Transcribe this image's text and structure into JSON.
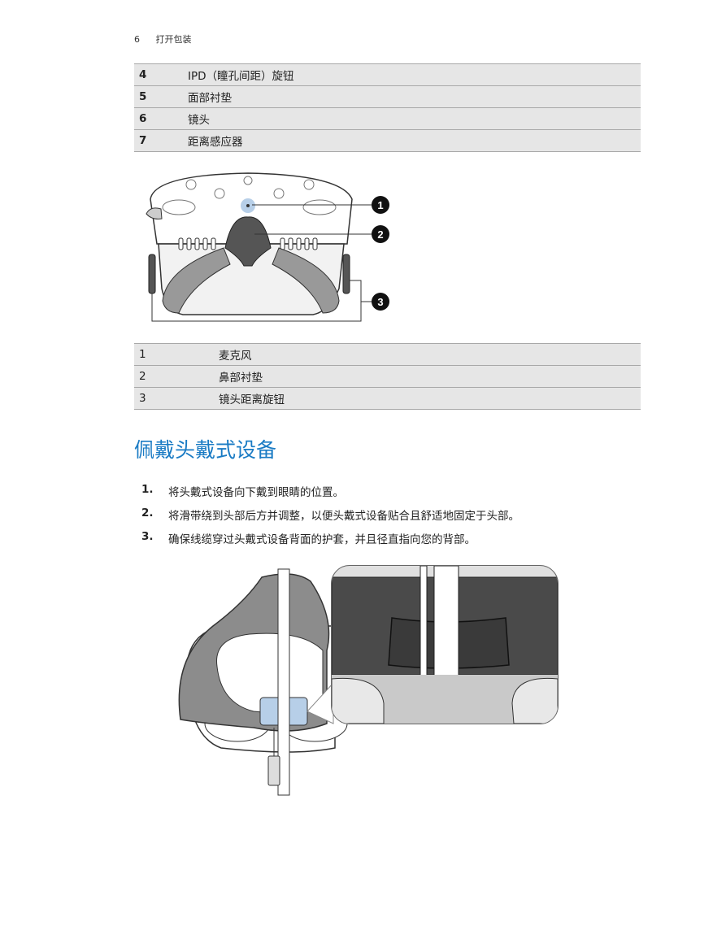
{
  "header": {
    "page_number": "6",
    "section": "打开包装"
  },
  "parts_table_1": [
    {
      "num": "4",
      "label": "IPD（瞳孔间距）旋钮"
    },
    {
      "num": "5",
      "label": "面部衬垫"
    },
    {
      "num": "6",
      "label": "镜头"
    },
    {
      "num": "7",
      "label": "距离感应器"
    }
  ],
  "figure1": {
    "callouts": [
      "1",
      "2",
      "3"
    ]
  },
  "parts_table_2": [
    {
      "num": "1",
      "label": "麦克风"
    },
    {
      "num": "2",
      "label": "鼻部衬垫"
    },
    {
      "num": "3",
      "label": "镜头距离旋钮"
    }
  ],
  "section_title": "佩戴头戴式设备",
  "steps": [
    {
      "num": "1.",
      "text": "将头戴式设备向下戴到眼睛的位置。"
    },
    {
      "num": "2.",
      "text": "将滑带绕到头部后方并调整，以便头戴式设备贴合且舒适地固定于头部。"
    },
    {
      "num": "3.",
      "text": "确保线缆穿过头戴式设备背面的护套，并且径直指向您的背部。"
    }
  ],
  "colors": {
    "heading": "#1a7bc4",
    "highlight": "#b7cfe8",
    "table_bg": "#e6e6e6"
  }
}
